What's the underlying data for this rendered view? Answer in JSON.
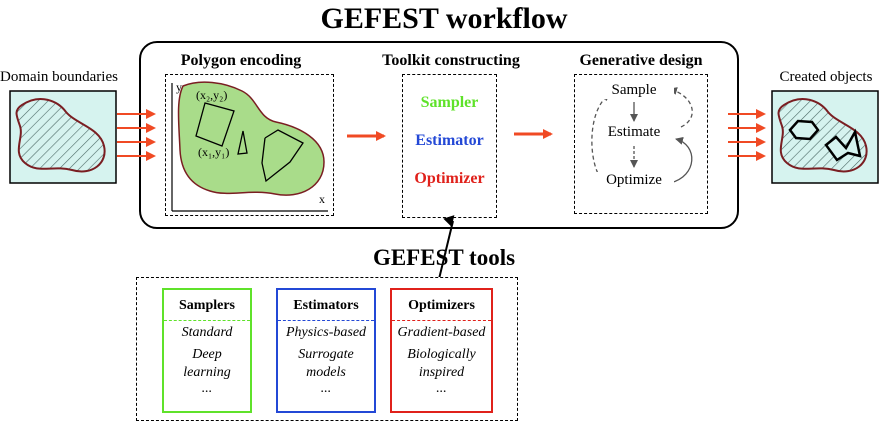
{
  "title": "GEFEST workflow",
  "input_label": "Domain boundaries",
  "output_label": "Created objects",
  "sections": {
    "encoding": {
      "title": "Polygon encoding",
      "axis_y": "y",
      "axis_x": "x",
      "point_top": "(x₂,y₂)",
      "point_bottom": "(x₁,y₁)"
    },
    "toolkit": {
      "title": "Toolkit constructing",
      "items": [
        "Sampler",
        "Estimator",
        "Optimizer"
      ]
    },
    "generative": {
      "title": "Generative design",
      "steps": [
        "Sample",
        "Estimate",
        "Optimize"
      ]
    }
  },
  "tools": {
    "title": "GEFEST tools",
    "cards": [
      {
        "title": "Samplers",
        "items": [
          "Standard",
          "Deep",
          "learning",
          "..."
        ]
      },
      {
        "title": "Estimators",
        "items": [
          "Physics-based",
          "Surrogate",
          "models",
          "..."
        ]
      },
      {
        "title": "Optimizers",
        "items": [
          "Gradient-based",
          "Biologically",
          "inspired",
          "..."
        ]
      }
    ]
  },
  "colors": {
    "sampler": "#5fe22a",
    "estimator": "#2348d6",
    "optimizer": "#e0211b",
    "arrow": "#f04a24",
    "domain_fill": "#d6f3ef",
    "blob_fill": "#a9dc8a",
    "blob_stroke": "#7a1e22"
  }
}
